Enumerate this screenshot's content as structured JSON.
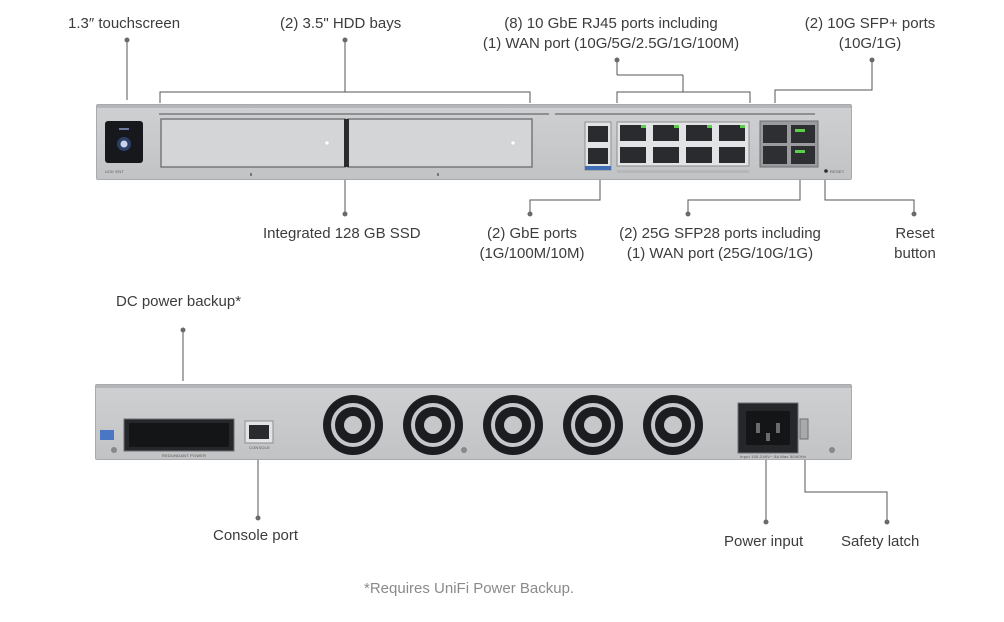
{
  "labels": {
    "touchscreen": "1.3″ touchscreen",
    "hdd_bays": "(2) 3.5\" HDD bays",
    "rj45_line1": "(8) 10 GbE RJ45 ports including",
    "rj45_line2": "(1) WAN port (10G/5G/2.5G/1G/100M)",
    "sfp_line1": "(2) 10G SFP+ ports",
    "sfp_line2": "(10G/1G)",
    "ssd": "Integrated 128 GB SSD",
    "gbe_line1": "(2) GbE ports",
    "gbe_line2": "(1G/100M/10M)",
    "sfp28_line1": "(2) 25G SFP28 ports including",
    "sfp28_line2": "(1) WAN port (25G/10G/1G)",
    "reset_line1": "Reset",
    "reset_line2": "button",
    "dc_power": "DC power backup*",
    "console": "Console port",
    "power_input": "Power input",
    "safety_latch": "Safety latch"
  },
  "device": {
    "model": "UCK ENT",
    "reset_mark": "RESET",
    "console_mark": "CONSOLE",
    "redundant_mark": "REDUNDANT POWER",
    "power_rating": "Input 100-240V~ 5A Max 50/60Hz"
  },
  "footnote": "*Requires UniFi Power Backup.",
  "colors": {
    "chassis": "#c6c7c9",
    "callout_line": "#555555",
    "port_led": "#5ccf4a",
    "wan_port_bar": "#3f6fb5"
  }
}
